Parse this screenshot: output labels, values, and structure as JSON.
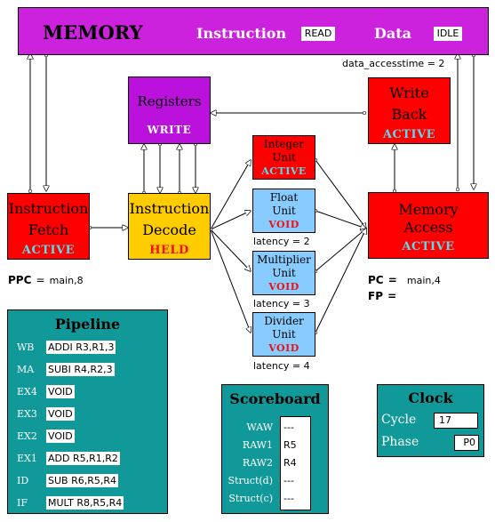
{
  "memory": {
    "title": "MEMORY",
    "instruction_label": "Instruction",
    "instruction_state": "READ",
    "data_label": "Data",
    "data_state": "IDLE",
    "data_accesstime": "data_accesstime = 2"
  },
  "registers": {
    "title": "Registers",
    "status": "WRITE"
  },
  "write_back": {
    "title_line1": "Write",
    "title_line2": "Back",
    "status": "ACTIVE"
  },
  "instruction_fetch": {
    "title_line1": "Instruction",
    "title_line2": "Fetch",
    "status": "ACTIVE"
  },
  "instruction_decode": {
    "title_line1": "Instruction",
    "title_line2": "Decode",
    "status": "HELD"
  },
  "memory_access": {
    "title_line1": "Memory",
    "title_line2": "Access",
    "status": "ACTIVE"
  },
  "integer_unit": {
    "title_line1": "Integer",
    "title_line2": "Unit",
    "status": "ACTIVE"
  },
  "float_unit": {
    "title_line1": "Float",
    "title_line2": "Unit",
    "status": "VOID",
    "latency": "latency = 2"
  },
  "multiplier_unit": {
    "title_line1": "Multiplier",
    "title_line2": "Unit",
    "status": "VOID",
    "latency": "latency = 3"
  },
  "divider_unit": {
    "title_line1": "Divider",
    "title_line2": "Unit",
    "status": "VOID",
    "latency": "latency = 4"
  },
  "ppc": {
    "label": "PPC",
    "eq": "=",
    "value": "main,8"
  },
  "pc": {
    "label": "PC",
    "eq": "=",
    "value": "main,4"
  },
  "fp": {
    "label": "FP",
    "eq": "=",
    "value": ""
  },
  "pipeline": {
    "title": "Pipeline",
    "stages": [
      {
        "stage": "WB",
        "instr": "ADDI R3,R1,3"
      },
      {
        "stage": "MA",
        "instr": "SUBI R4,R2,3"
      },
      {
        "stage": "EX4",
        "instr": "VOID"
      },
      {
        "stage": "EX3",
        "instr": "VOID"
      },
      {
        "stage": "EX2",
        "instr": "VOID"
      },
      {
        "stage": "EX1",
        "instr": "ADD R5,R1,R2"
      },
      {
        "stage": "ID",
        "instr": "SUB R6,R5,R4"
      },
      {
        "stage": "IF",
        "instr": "MULT R8,R5,R4"
      }
    ]
  },
  "scoreboard": {
    "title": "Scoreboard",
    "rows": [
      {
        "label": "WAW",
        "value": "---"
      },
      {
        "label": "RAW1",
        "value": "R5"
      },
      {
        "label": "RAW2",
        "value": "R4"
      },
      {
        "label": "Struct(d)",
        "value": "---"
      },
      {
        "label": "Struct(c)",
        "value": "---"
      }
    ]
  },
  "clock": {
    "title": "Clock",
    "cycle_label": "Cycle",
    "cycle_value": "17",
    "phase_label": "Phase",
    "phase_value": "P0"
  },
  "colors": {
    "memory": "#cc22dd",
    "registers": "#bb11dd",
    "red_unit": "#ff0000",
    "decode": "#ffcc00",
    "blue_unit": "#88ccff",
    "teal_panel": "#119999",
    "status_cyan": "#55ddee",
    "status_red": "#ee1111"
  }
}
